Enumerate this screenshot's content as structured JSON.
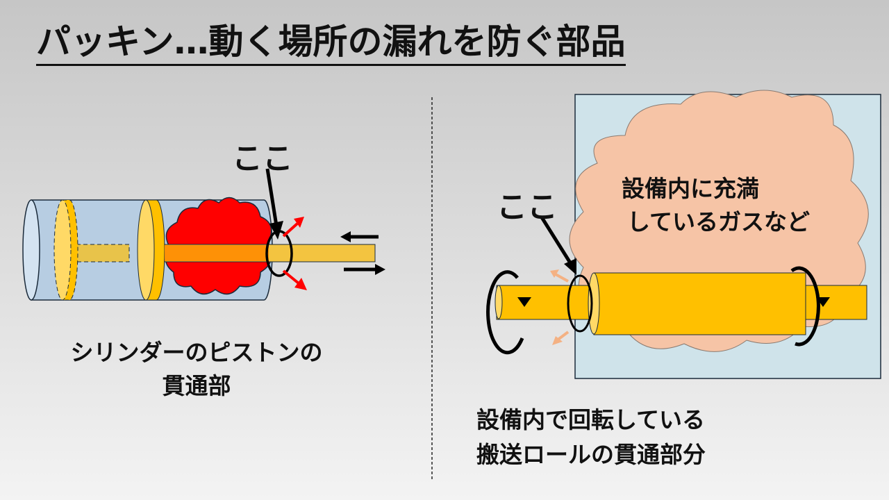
{
  "title": "パッキン…動く場所の漏れを防ぐ部品",
  "left": {
    "pointer_label": "ここ",
    "caption_line1": "シリンダーのピストンの",
    "caption_line2": "貫通部"
  },
  "right": {
    "pointer_label": "ここ",
    "gas_line1": "設備内に充満",
    "gas_line2": "しているガスなど",
    "caption_line1": "設備内で回転している",
    "caption_line2": "搬送ロールの貫通部分"
  },
  "colors": {
    "cylinder": "#b7cde2",
    "rod": "#f3c440",
    "piston": "#ffc000",
    "gas_left": "#ff0000",
    "gas_right": "#f6c4a6",
    "box": "#cfe3ea"
  }
}
